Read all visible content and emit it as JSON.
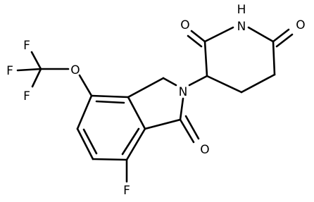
{
  "molecule": {
    "atoms": {
      "f_top": "F",
      "f_left": "F",
      "f_bottom": "F",
      "o_ether": "O",
      "n_isoindolinone": "N",
      "o_lactam": "O",
      "f_aryl": "F",
      "o_imide_left": "O",
      "nh_imide": "H",
      "n_imide": "N",
      "o_imide_right": "O"
    }
  }
}
